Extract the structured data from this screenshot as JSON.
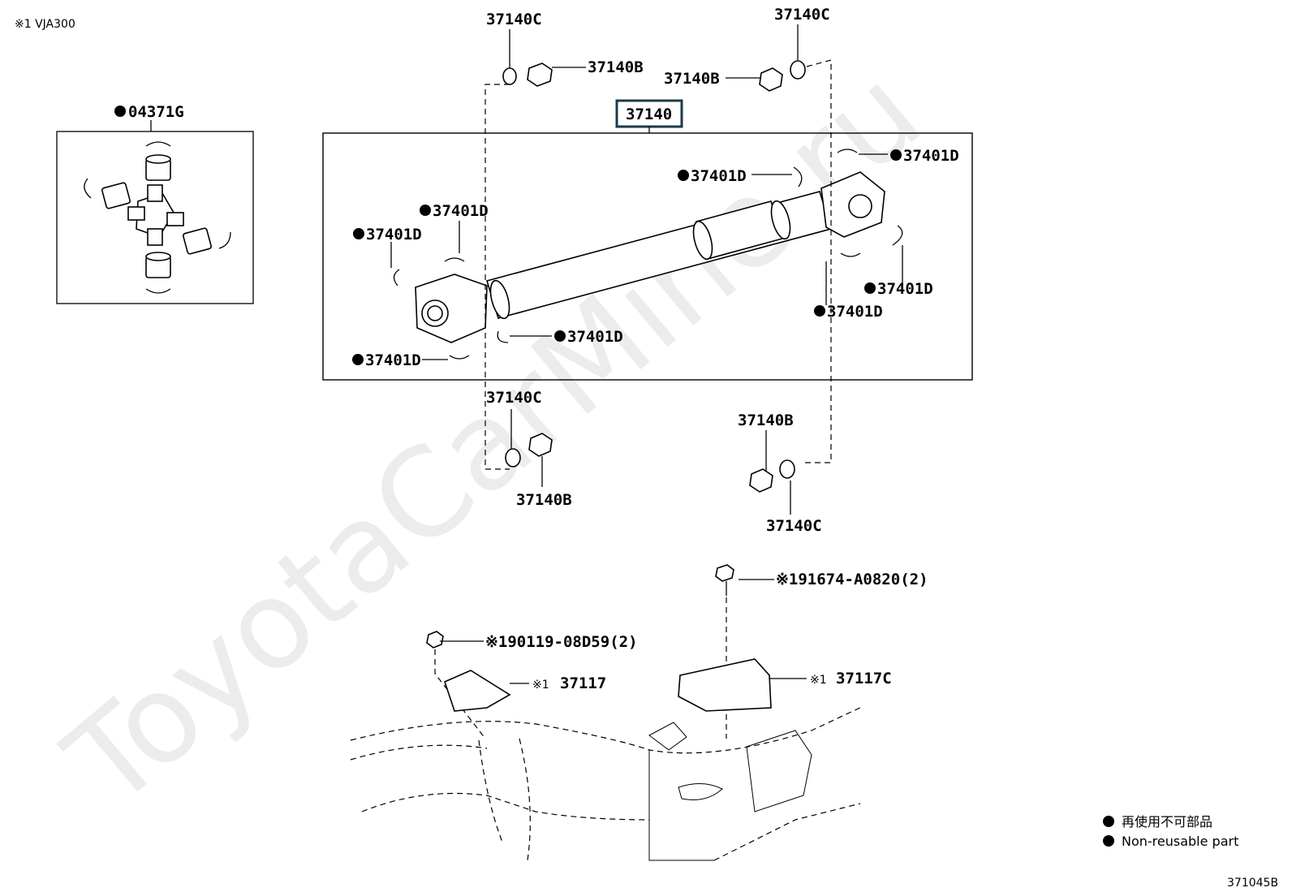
{
  "header_note": "※1 VJA300",
  "watermark": "ToyotaCarMine.ru",
  "figure_number": "371045B",
  "legend": {
    "jp": "再使用不可部品",
    "en": "Non-reusable part"
  },
  "parts": {
    "main_shaft": "37140",
    "u_joint_kit": "04371G",
    "snap_ring": "37401D",
    "nut": "37140B",
    "washer": "37140C",
    "bracket_bolt": "※190119-08D59(2)",
    "cover_bolt": "※191674-A0820(2)",
    "center_bracket": "37117",
    "center_bracket_prefix": "※1",
    "heat_cover": "37117C",
    "heat_cover_prefix": "※1"
  },
  "colors": {
    "line": "#000000",
    "watermark": "#ececec",
    "highlight_box": "#1a3a4a"
  }
}
